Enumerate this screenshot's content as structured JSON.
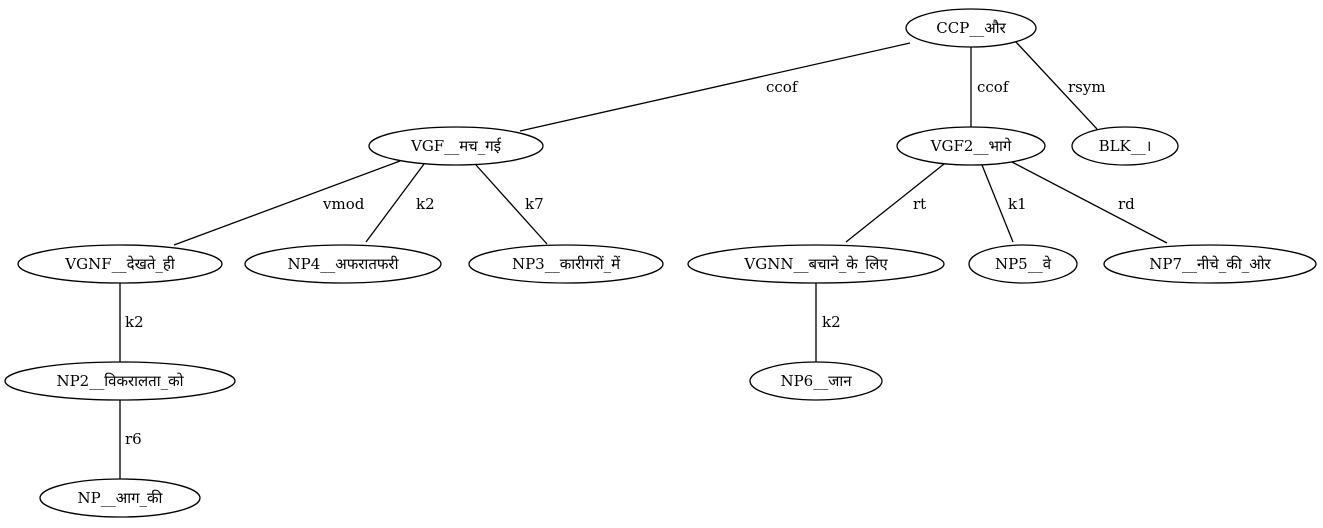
{
  "nodes": [
    {
      "id": "ccp",
      "label": "CCP__और"
    },
    {
      "id": "vgf",
      "label": "VGF__मच_गई"
    },
    {
      "id": "vgf2",
      "label": "VGF2__भागे"
    },
    {
      "id": "blk",
      "label": "BLK__।"
    },
    {
      "id": "vgnf",
      "label": "VGNF__देखते_ही"
    },
    {
      "id": "np4",
      "label": "NP4__अफरातफरी"
    },
    {
      "id": "np3",
      "label": "NP3__कारीगरों_में"
    },
    {
      "id": "vgnn",
      "label": "VGNN__बचाने_के_लिए"
    },
    {
      "id": "np5",
      "label": "NP5__वे"
    },
    {
      "id": "np7",
      "label": "NP7__नीचे_की_ओर"
    },
    {
      "id": "np2",
      "label": "NP2__विकरालता_को"
    },
    {
      "id": "np6",
      "label": "NP6__जान"
    },
    {
      "id": "np",
      "label": "NP__आग_की"
    }
  ],
  "edges": [
    {
      "from": "ccp",
      "to": "vgf",
      "label": "ccof"
    },
    {
      "from": "ccp",
      "to": "vgf2",
      "label": "ccof"
    },
    {
      "from": "ccp",
      "to": "blk",
      "label": "rsym"
    },
    {
      "from": "vgf",
      "to": "vgnf",
      "label": "vmod"
    },
    {
      "from": "vgf",
      "to": "np4",
      "label": "k2"
    },
    {
      "from": "vgf",
      "to": "np3",
      "label": "k7"
    },
    {
      "from": "vgf2",
      "to": "vgnn",
      "label": "rt"
    },
    {
      "from": "vgf2",
      "to": "np5",
      "label": "k1"
    },
    {
      "from": "vgf2",
      "to": "np7",
      "label": "rd"
    },
    {
      "from": "vgnf",
      "to": "np2",
      "label": "k2"
    },
    {
      "from": "vgnn",
      "to": "np6",
      "label": "k2"
    },
    {
      "from": "np2",
      "to": "np",
      "label": "r6"
    }
  ]
}
